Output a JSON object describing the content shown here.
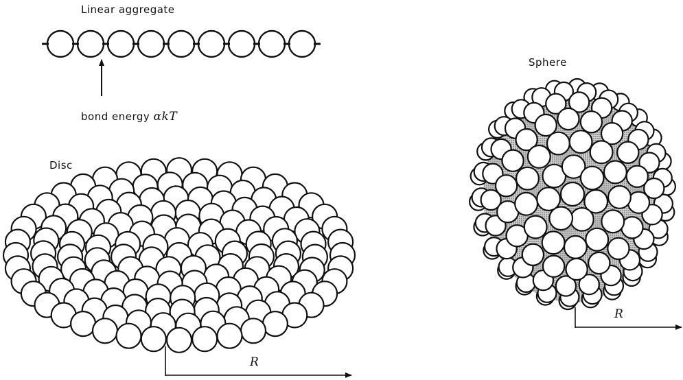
{
  "linear_aggregate": {
    "title": "Linear aggregate",
    "bond_label": "bond energy",
    "bond_symbol": "αkT",
    "bead_count": 9
  },
  "disc": {
    "title": "Disc",
    "radius_label": "R"
  },
  "sphere": {
    "title": "Sphere",
    "radius_label": "R"
  },
  "colors": {
    "ink": "#111111",
    "fill": "#ffffff",
    "sphere_shadow": "#9a9a9a"
  }
}
